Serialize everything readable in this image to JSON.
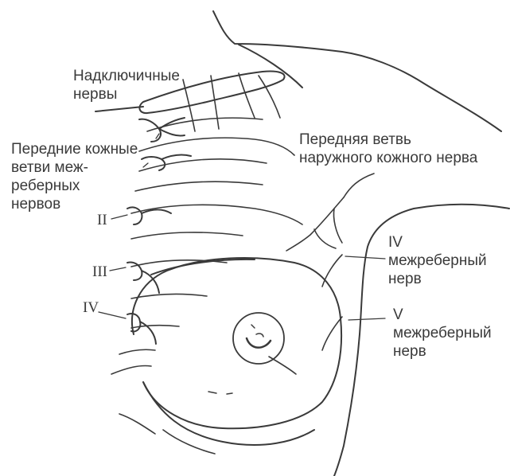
{
  "labels": {
    "supraclavicular": [
      "Надключичные",
      "нервы"
    ],
    "anterior_cutaneous": [
      "Передние кожные",
      "ветви меж-",
      "реберных",
      "нервов"
    ],
    "lateral_cutaneous": [
      "Передняя ветвь",
      "наружного кожного нерва"
    ],
    "intercostal_iv": [
      "IV",
      "межреберный",
      "нерв"
    ],
    "intercostal_v": [
      "V",
      "межреберный",
      "нерв"
    ]
  },
  "numerals": {
    "ii": "II",
    "iii": "III",
    "iv": "IV"
  },
  "colors": {
    "ink": "#3a3a3a",
    "background": "#ffffff"
  }
}
